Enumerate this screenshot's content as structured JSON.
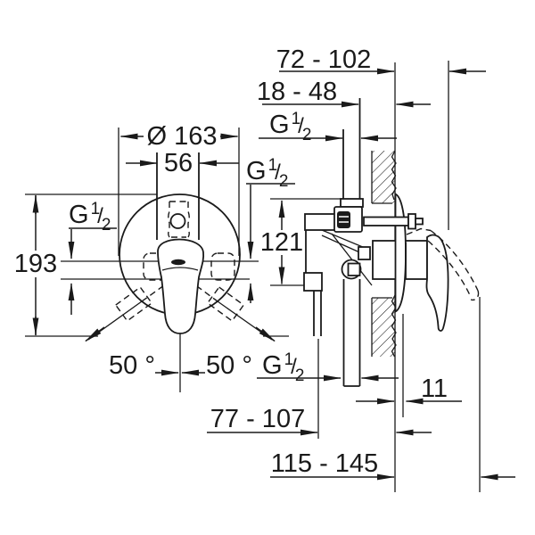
{
  "drawing": {
    "kind": "installation-dimension-drawing",
    "front_view": {
      "diameter_label": "Ø 163",
      "width_label": "56",
      "height_label": "193",
      "angle_left_label": "50 °",
      "angle_right_label": "50 °"
    },
    "side_view": {
      "depth_range_label": "72 - 102",
      "wall_range_label": "18 - 48",
      "height_label": "121",
      "trim_label": "11",
      "lower_depth_label": "77 - 107",
      "overall_depth_label": "115 - 145"
    },
    "thread": {
      "letter": "G",
      "numerator": "1",
      "slash": "/",
      "denominator": "2"
    },
    "line_color": "#1a1a1a",
    "background_color": "#ffffff"
  }
}
